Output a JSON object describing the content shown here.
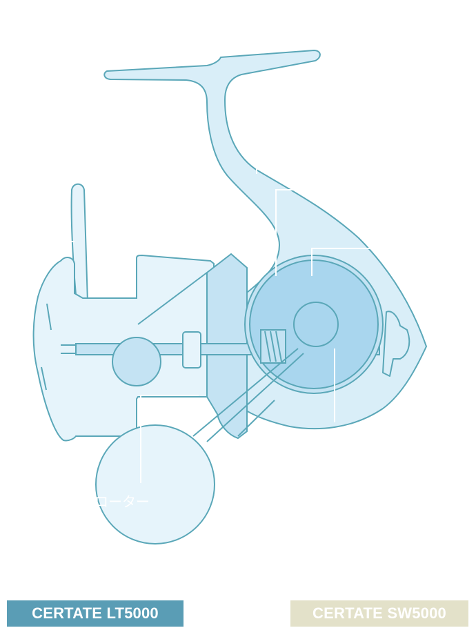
{
  "diagram": {
    "part_labels": {
      "rotor": "ローター"
    }
  },
  "model_buttons": [
    {
      "label": "CERTATE LT5000",
      "active": true,
      "color": "#5a9db5"
    },
    {
      "label": "CERTATE SW5000",
      "active": false,
      "color": "#e3e1c9"
    }
  ],
  "colors": {
    "outline": "#5aa7b8",
    "body_fill": "#d9eef8",
    "gear_fill": "#a9d6ee",
    "callout": "#ffffff"
  }
}
